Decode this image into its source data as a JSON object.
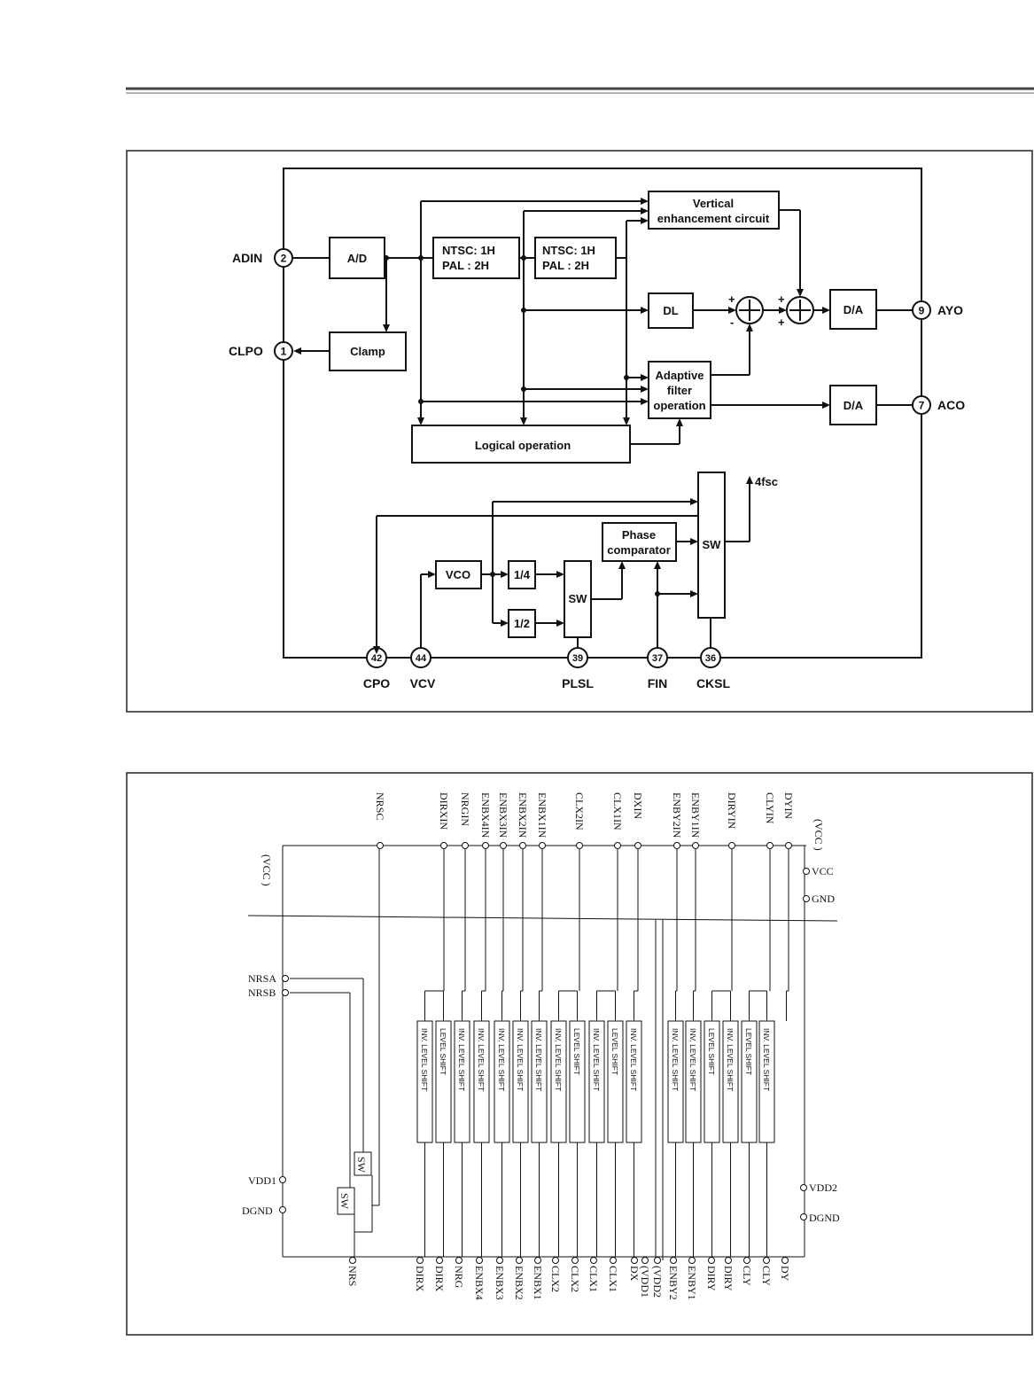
{
  "diagram1": {
    "blocks": {
      "ad": "A/D",
      "clamp": "Clamp",
      "delay1_line1": "NTSC: 1H",
      "delay1_line2": "PAL   : 2H",
      "delay2_line1": "NTSC: 1H",
      "delay2_line2": "PAL   : 2H",
      "vertical_line1": "Vertical",
      "vertical_line2": "enhancement circuit",
      "dl": "DL",
      "da_y": "D/A",
      "adaptive_line1": "Adaptive",
      "adaptive_line2": "filter",
      "adaptive_line3": "operation",
      "da_c": "D/A",
      "logical": "Logical operation",
      "vco": "VCO",
      "div4": "1/4",
      "div2": "1/2",
      "sw1": "SW",
      "phase_line1": "Phase",
      "phase_line2": "comparator",
      "sw2": "SW",
      "out_4fsc": "4fsc"
    },
    "signs": {
      "plus": "+",
      "minus": "-"
    },
    "pins": [
      {
        "num": "2",
        "name": "ADIN"
      },
      {
        "num": "1",
        "name": "CLPO"
      },
      {
        "num": "9",
        "name": "AYO"
      },
      {
        "num": "7",
        "name": "ACO"
      },
      {
        "num": "42",
        "name": "CPO"
      },
      {
        "num": "44",
        "name": "VCV"
      },
      {
        "num": "39",
        "name": "PLSL"
      },
      {
        "num": "37",
        "name": "FIN"
      },
      {
        "num": "36",
        "name": "CKSL"
      }
    ]
  },
  "diagram2": {
    "left_supply": "(VCC    )",
    "right_supply": "(VCC    )",
    "top_pins": [
      "NRSC",
      "DIRXIN",
      "NRGIN",
      "ENBX4IN",
      "ENBX3IN",
      "ENBX2IN",
      "ENBX1IN",
      "CLX2IN",
      "CLX1IN",
      "DXIN",
      "ENBY2IN",
      "ENBY1IN",
      "DIRYIN",
      "CLYIN",
      "DYIN"
    ],
    "left_pins": [
      "NRSA",
      "NRSB",
      "VDD1",
      "DGND"
    ],
    "right_pins": [
      "VCC",
      "GND",
      "VDD2",
      "DGND"
    ],
    "switch_label": "SW",
    "block_labels": [
      "INV. LEVEL SHIFT",
      "LEVEL SHIFT",
      "INV. LEVEL SHIFT",
      "INV. LEVEL SHIFT",
      "INV. LEVEL SHIFT",
      "INV. LEVEL SHIFT",
      "INV. LEVEL SHIFT",
      "INV. LEVEL SHIFT",
      "LEVEL SHIFT",
      "INV. LEVEL SHIFT",
      "LEVEL SHIFT",
      "INV. LEVEL SHIFT",
      "INV. LEVEL SHIFT",
      "INV. LEVEL SHIFT",
      "LEVEL SHIFT",
      "INV. LEVEL SHIFT",
      "LEVEL SHIFT",
      "INV. LEVEL SHIFT"
    ],
    "bottom_pins": [
      "NRS",
      "DIRX",
      "DIRX",
      "NRG",
      "ENBX4",
      "ENBX3",
      "ENBX2",
      "ENBX1",
      "CLX2",
      "CLX2",
      "CLX1",
      "CLX1",
      "DX",
      "(VDD1",
      "(VDD2",
      "ENBY2",
      "ENBY1",
      "DIRY",
      "DIRY",
      "CLY",
      "CLY",
      "DY"
    ]
  }
}
